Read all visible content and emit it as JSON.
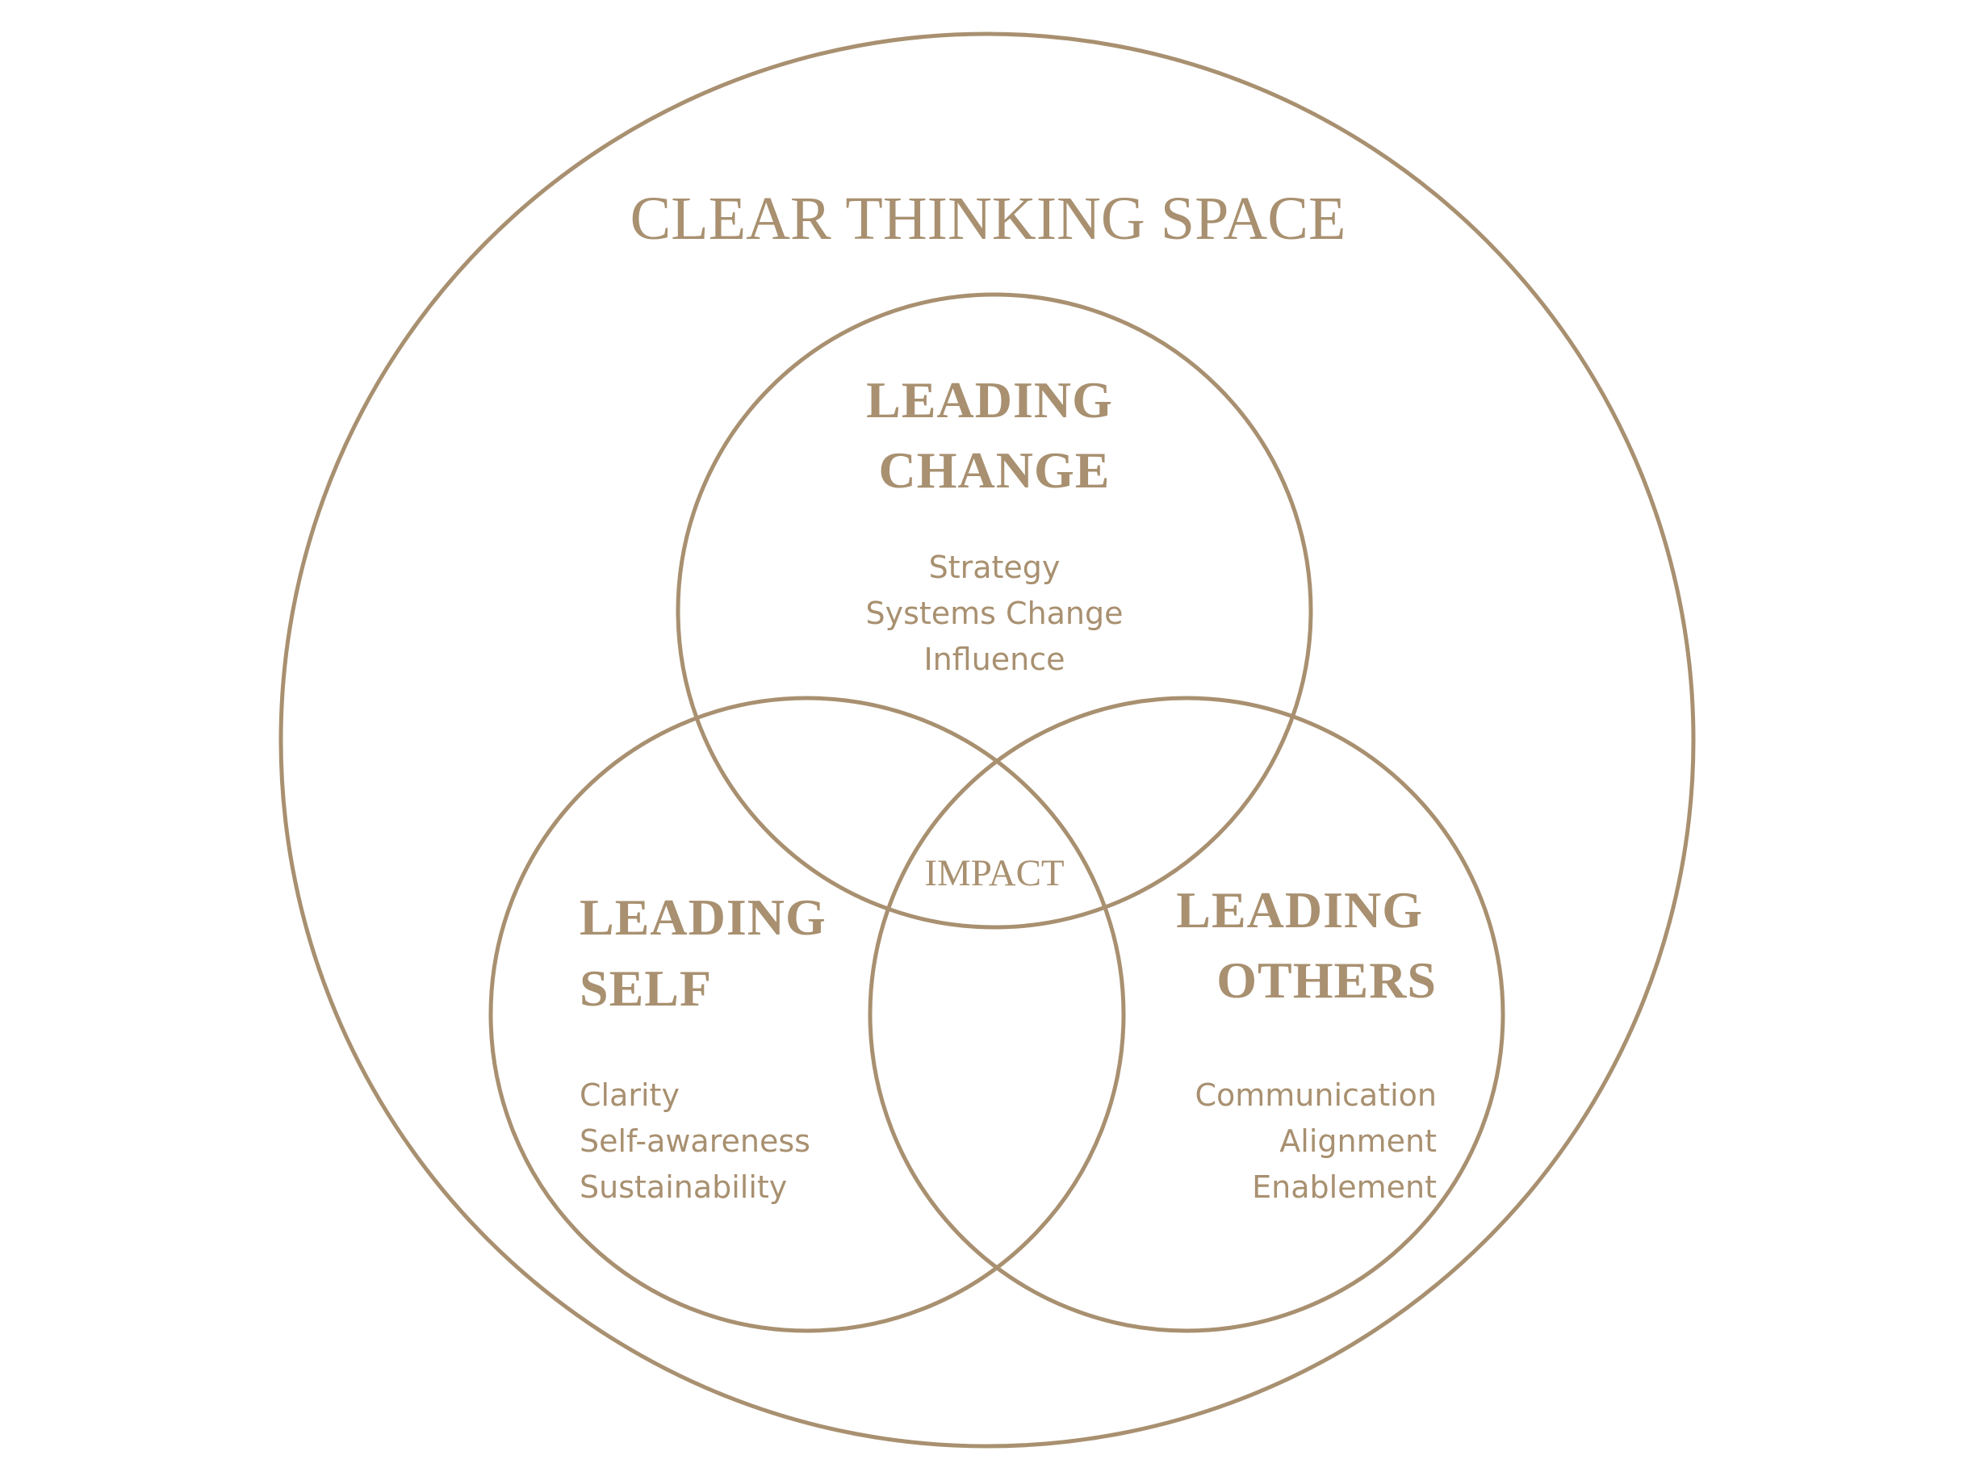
{
  "outer": {
    "title": "CLEAR THINKING SPACE"
  },
  "center": {
    "label": "IMPACT"
  },
  "circles": {
    "change": {
      "heading_line1": "LEADING",
      "heading_line2": "CHANGE",
      "items": [
        "Strategy",
        "Systems Change",
        "Influence"
      ]
    },
    "self": {
      "heading_line1": "LEADING",
      "heading_line2": "SELF",
      "items": [
        "Clarity",
        "Self-awareness",
        "Sustainability"
      ]
    },
    "others": {
      "heading_line1": "LEADING",
      "heading_line2": "OTHERS",
      "items": [
        "Communication",
        "Alignment",
        "Enablement"
      ]
    }
  },
  "colors": {
    "accent": "#a89070",
    "background": "#ffffff"
  }
}
